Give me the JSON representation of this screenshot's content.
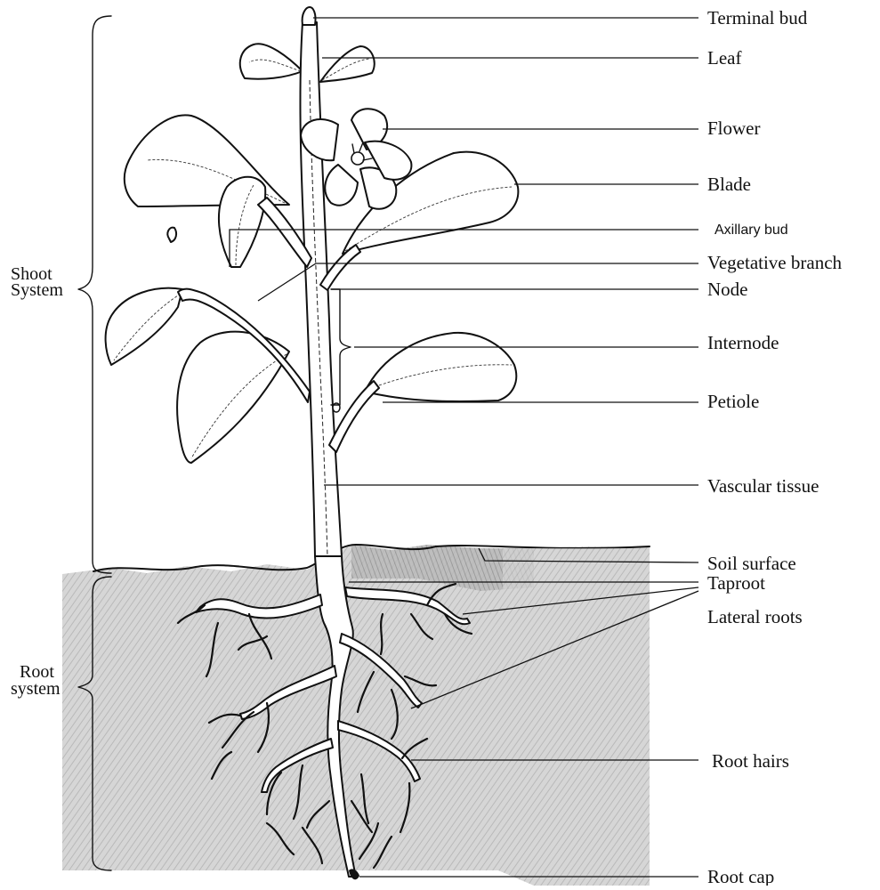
{
  "labels": {
    "terminal_bud": "Terminal bud",
    "leaf": "Leaf",
    "flower": "Flower",
    "blade": "Blade",
    "axillary_bud": "Axillary bud",
    "vegetative_branch": "Vegetative branch",
    "node": "Node",
    "internode": "Internode",
    "petiole": "Petiole",
    "vascular_tissue": "Vascular tissue",
    "soil_surface": "Soil surface",
    "taproot": "Taproot",
    "lateral_roots": "Lateral roots",
    "root_hairs": "Root hairs",
    "root_cap": "Root cap"
  },
  "groups": {
    "shoot_line1": "Shoot",
    "shoot_line2": "System",
    "root_line1": "Root",
    "root_line2": "system"
  },
  "colors": {
    "ink": "#111111",
    "soil": "#d4d4d4",
    "soil_dark": "#a8a8a8",
    "background": "#ffffff"
  }
}
